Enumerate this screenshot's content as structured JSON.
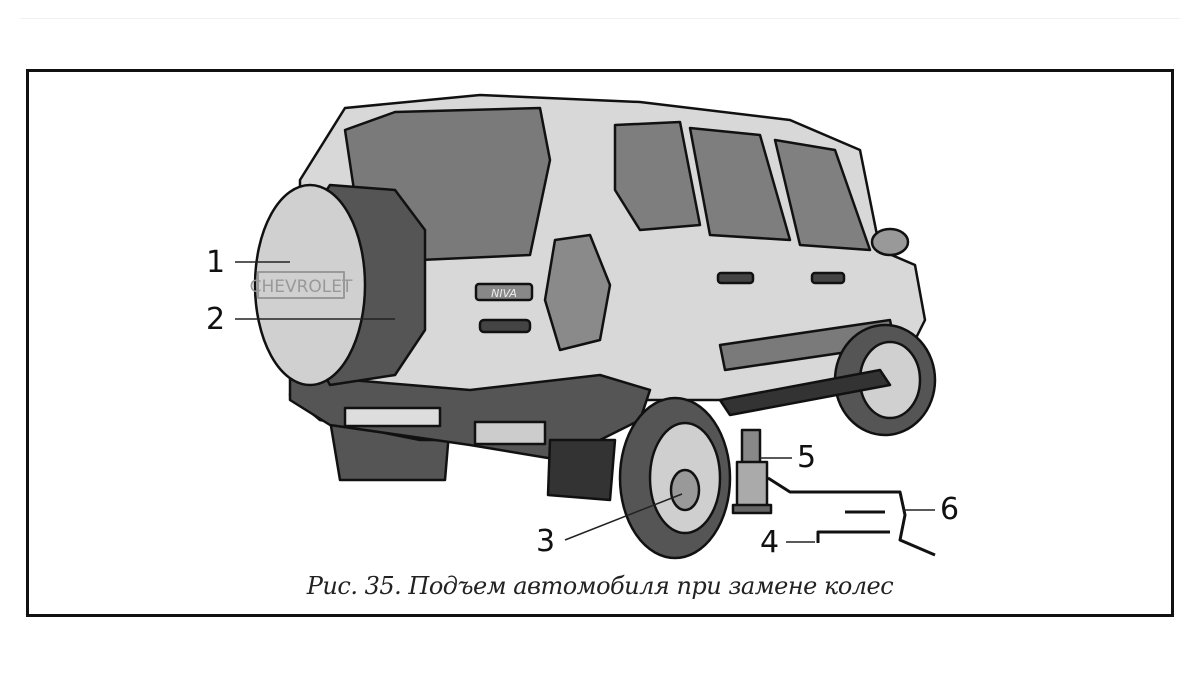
{
  "figure": {
    "caption": "Рис. 35. Подъем автомобиля при замене колес",
    "spare_cover_text": "CHEVROLET",
    "badge_text": "NIVA",
    "callouts": [
      "1",
      "2",
      "3",
      "4",
      "5",
      "6"
    ]
  }
}
